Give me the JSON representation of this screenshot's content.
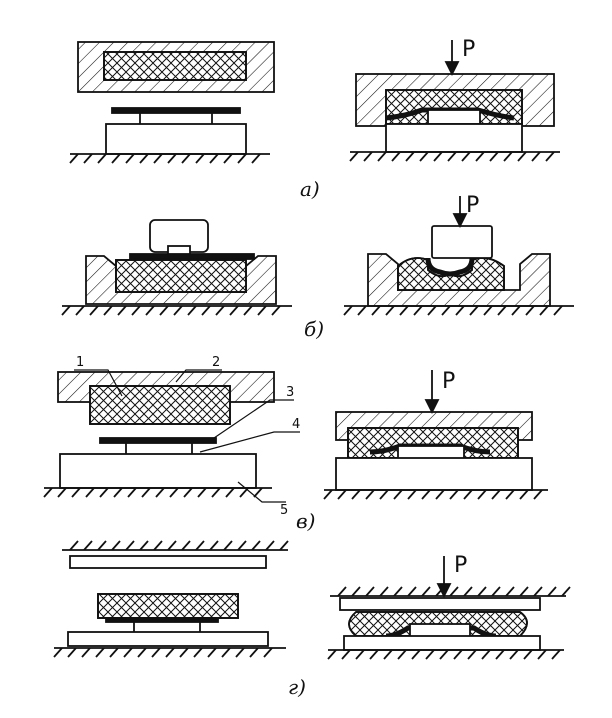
{
  "figure": {
    "force_label": "P",
    "rows": [
      {
        "label": "а)"
      },
      {
        "label": "б)"
      },
      {
        "label": "в)"
      },
      {
        "label": "г)"
      }
    ],
    "callouts": [
      "1",
      "2",
      "3",
      "4",
      "5"
    ]
  }
}
